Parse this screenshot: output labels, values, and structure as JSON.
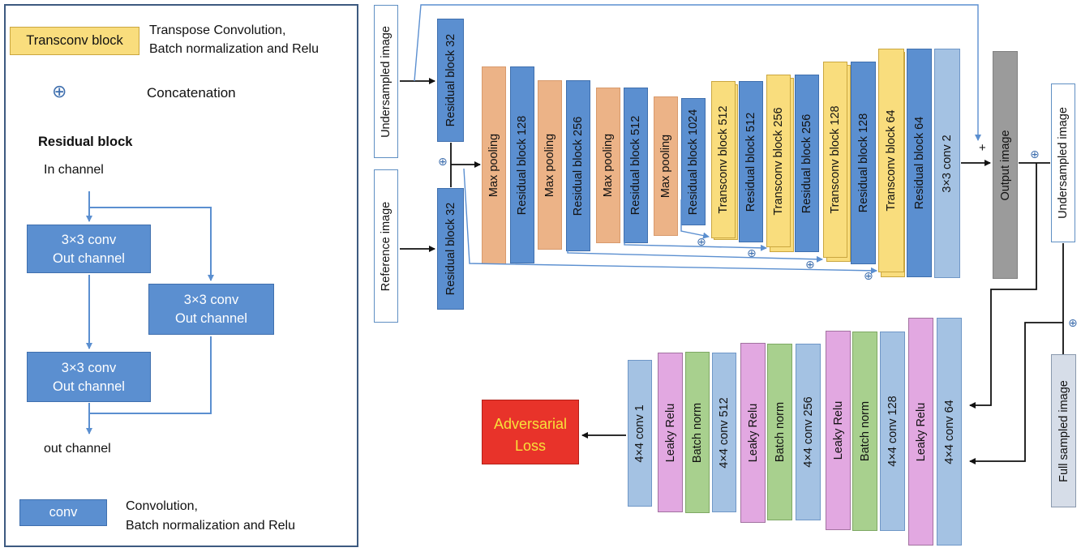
{
  "legend": {
    "transconv_block_label": "Transconv block",
    "transconv_desc_1": "Transpose Convolution,",
    "transconv_desc_2": "Batch normalization and Relu",
    "concat_symbol": "⊕",
    "concat_label": "Concatenation",
    "residual_title": "Residual block",
    "in_channel": "In channel",
    "conv_a_1": "3×3 conv",
    "conv_a_2": "Out channel",
    "conv_b_1": "3×3 conv",
    "conv_b_2": "Out channel",
    "conv_c_1": "3×3 conv",
    "conv_c_2": "Out channel",
    "out_channel": "out channel",
    "conv_label": "conv",
    "conv_desc_1": "Convolution,",
    "conv_desc_2": "Batch normalization and Relu"
  },
  "generator": {
    "inputs": {
      "undersampled": "Undersampled image",
      "reference": "Reference  image"
    },
    "res32_top": "Residual block 32",
    "res32_bottom": "Residual block 32",
    "blocks": [
      "Max pooling",
      "Residual block 128",
      "Max pooling",
      "Residual block 256",
      "Max pooling",
      "Residual block 512",
      "Max pooling",
      "Residual block 1024",
      "Transconv block 512",
      "Residual block 512",
      "Transconv block 256",
      "Residual block 256",
      "Transconv block 128",
      "Residual block 128",
      "Transconv block 64",
      "Residual block 64",
      "3×3 conv 2"
    ],
    "output": "Output image",
    "plus": "+",
    "concat": "⊕"
  },
  "side_inputs": {
    "undersampled": "Undersampled image",
    "fully_sampled": "Full sampled image"
  },
  "discriminator": {
    "blocks": [
      "4×4 conv 1",
      "Leaky Relu",
      "Batch norm",
      "4×4 conv 512",
      "Leaky Relu",
      "Batch norm",
      "4×4 conv 256",
      "Leaky Relu",
      "Batch norm",
      "4×4 conv 128",
      "Leaky Relu",
      "4×4 conv 64"
    ],
    "loss_line1": "Adversarial",
    "loss_line2": "Loss"
  },
  "colors": {
    "residual": "#5b8fd0",
    "pooling": "#ecb387",
    "transconv": "#f9dd7d",
    "light_blue": "#a4c2e3",
    "output": "#9b9b9b",
    "leaky_relu": "#e2a8e1",
    "batch_norm": "#a8d08e",
    "loss": "#e8332a",
    "loss_text": "#f7e23a",
    "wire": "#5b8fd0"
  }
}
